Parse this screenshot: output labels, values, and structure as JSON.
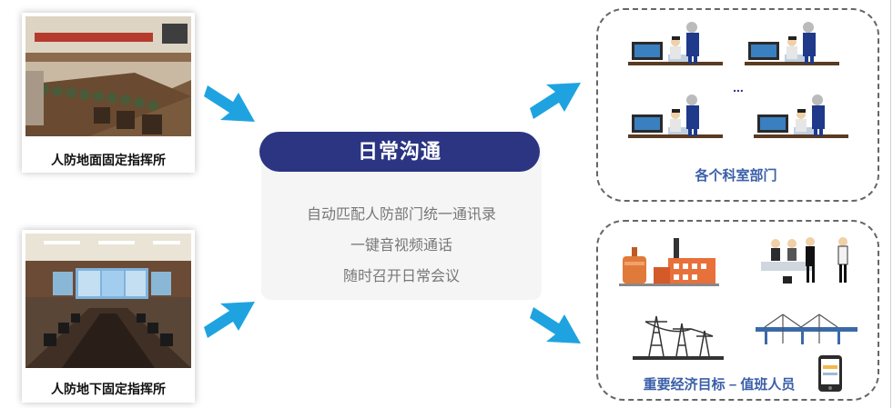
{
  "photos": {
    "top_label": "人防地面固定指挥所",
    "bottom_label": "人防地下固定指挥所"
  },
  "center": {
    "title": "日常沟通",
    "lines": [
      "自动匹配人防部门统一通讯录",
      "一键音视频通话",
      "随时召开日常会议"
    ]
  },
  "departments": {
    "label": "各个科室部门",
    "ellipsis": "..."
  },
  "targets": {
    "label": "重要经济目标 – 值班人员"
  },
  "colors": {
    "title_bg": "#2b3582",
    "arrow": "#1fa3e0",
    "label_blue": "#3a5fa8"
  }
}
